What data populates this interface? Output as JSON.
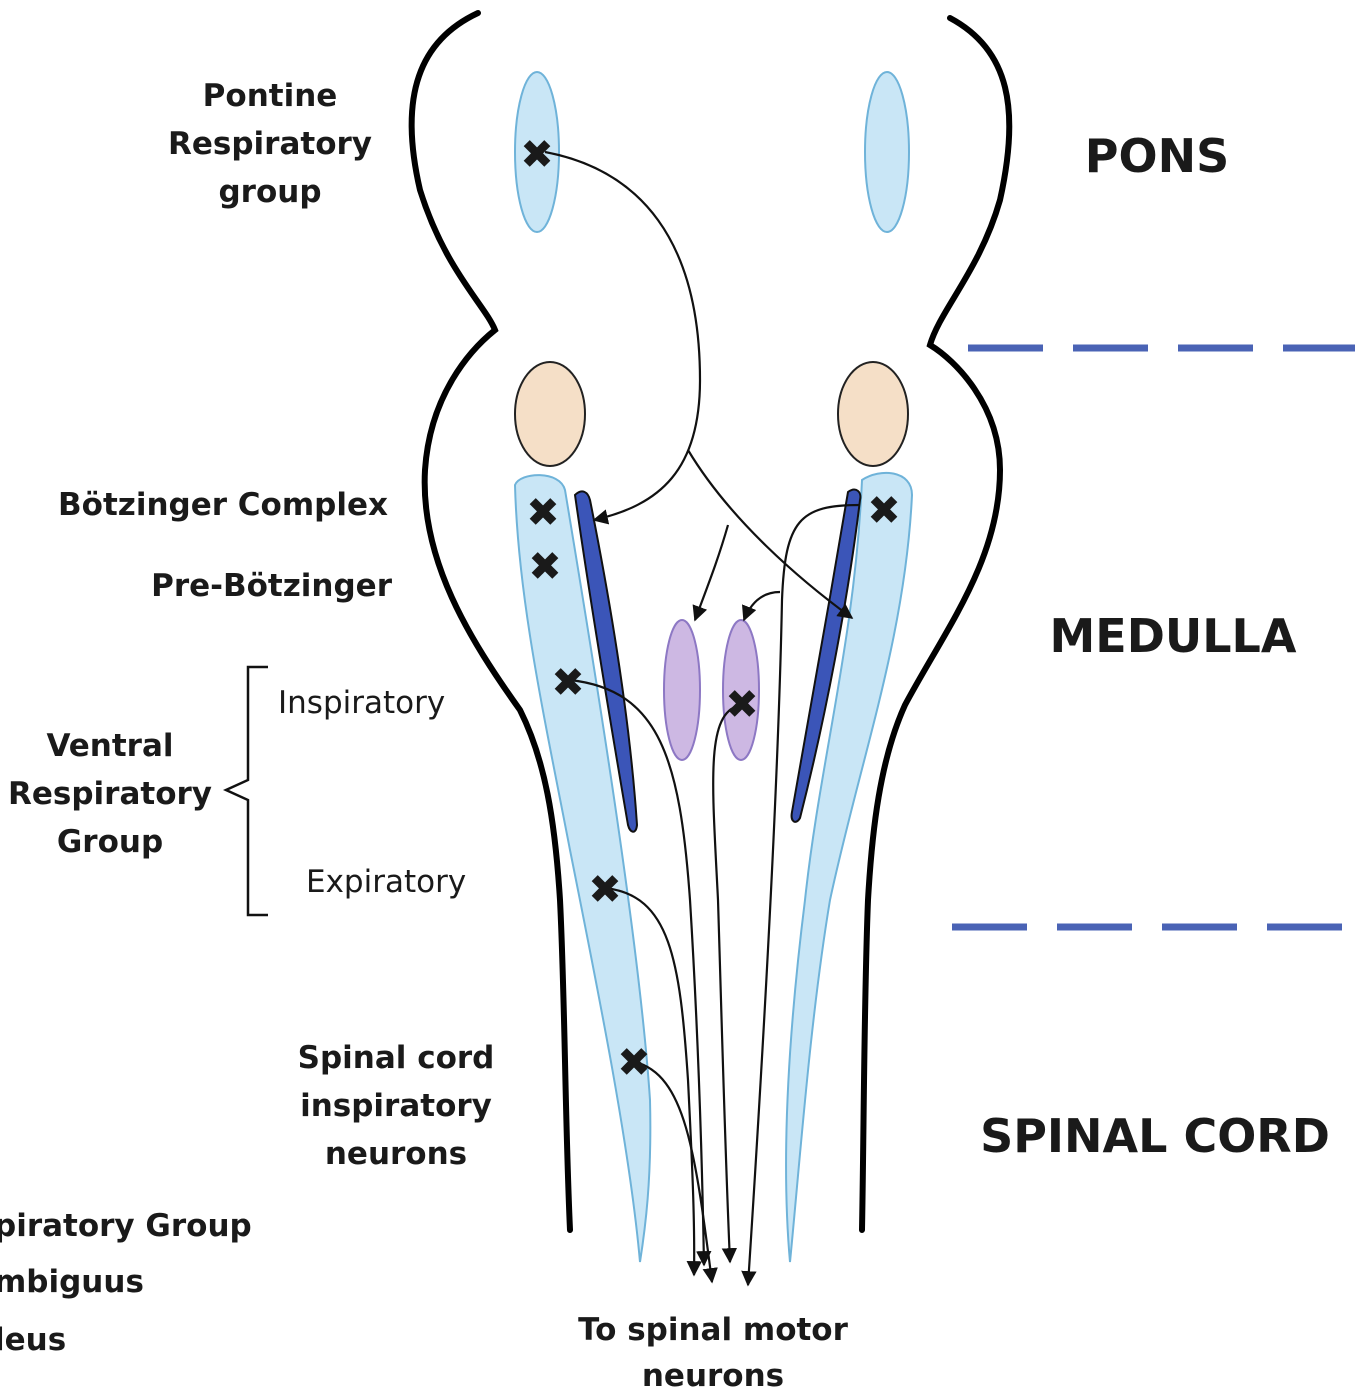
{
  "regions": {
    "pons": "PONS",
    "medulla": "MEDULLA",
    "spinal_cord": "SPINAL CORD"
  },
  "labels": {
    "pontine": [
      "Pontine",
      "Respiratory",
      "group"
    ],
    "botzinger": "Bötzinger Complex",
    "pre_botzinger": "Pre-Bötzinger",
    "inspiratory": "Inspiratory",
    "expiratory": "Expiratory",
    "vrg": [
      "Ventral",
      "Respiratory",
      "Group"
    ],
    "spinal_inspiratory": [
      "Spinal cord",
      "inspiratory",
      "neurons"
    ],
    "output": [
      "To spinal motor",
      "neurons"
    ]
  },
  "legend": [
    "piratory Group",
    "mbiguus",
    "leus"
  ],
  "colors": {
    "vrg_column": "#c9e6f6",
    "vrg_outline": "#6fb3d9",
    "nucleus_ambiguus": "#3b55b8",
    "facial_nucleus": "#f5dfc7",
    "dorsal_group": "#cdb8e3",
    "divider": "#4a63b5"
  }
}
